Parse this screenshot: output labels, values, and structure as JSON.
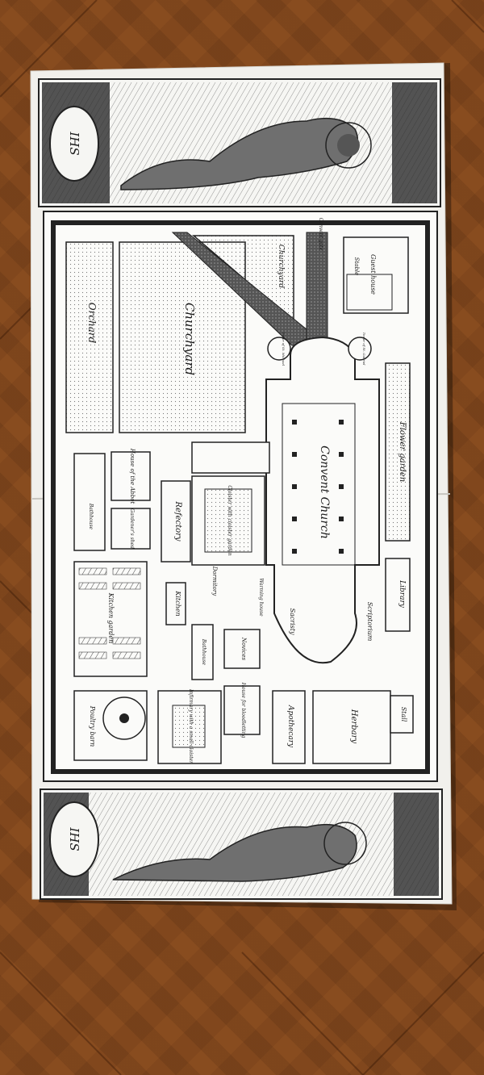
{
  "map": {
    "labels": {
      "orchard": "Orchard",
      "churchyard": "Churchyard",
      "churchyard_small": "Churchyard",
      "convent_church": "Convent Church",
      "refectory": "Refectory",
      "cloister": "Cloister with cloister garden",
      "dormitory": "Dormitory",
      "warming_house": "Warming house",
      "kitchen": "Kitchen",
      "kitchen_garden": "Kitchen garden",
      "house_abbot": "House of the Abbot",
      "bathhouse": "Bathhouse",
      "bathhouse_2": "Bathhouse",
      "gardeners": "Gardener's shed",
      "poultry": "Poultry barn",
      "infirmary": "Infirmary with a small cloister",
      "bloodletting": "House for bloodletting",
      "novices": "Novices",
      "apothecary": "Apothecary",
      "herbary": "Herbary",
      "stall": "Stall",
      "sacristy": "Sacristy",
      "scriptorium": "Scriptorium",
      "library": "Library",
      "stable": "Stable",
      "guest_house": "Guest house",
      "convent_gate": "Convent gate",
      "tower_left": "Tower of St. Michael",
      "tower_right": "Tower of St. Gabriel",
      "flower_garden": "Flower garden"
    },
    "emblem": "IHS"
  }
}
